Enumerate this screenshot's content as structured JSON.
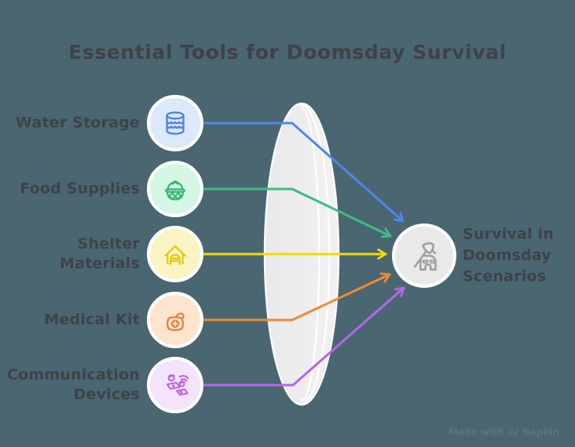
{
  "title": "Essential Tools for Doomsday Survival",
  "colors": {
    "background": "#4a6670",
    "text": "#3e4348",
    "circle_ring": "#ffffff",
    "watermark_text": "#5d7278"
  },
  "lens": {
    "fill": "#ededee",
    "edge": "#fafafa",
    "highlight": "#ffffff"
  },
  "items": [
    {
      "label_lines": [
        "Water Storage"
      ],
      "icon": "water-barrel-icon",
      "circle_fill": "#dce8fb",
      "icon_color": "#4a80e9",
      "line_color": "#4e86ec",
      "connects_to": "result"
    },
    {
      "label_lines": [
        "Food Supplies"
      ],
      "icon": "food-basket-icon",
      "circle_fill": "#d5f6e2",
      "icon_color": "#34b873",
      "line_color": "#3dbd80",
      "connects_to": "result"
    },
    {
      "label_lines": [
        "Shelter",
        "Materials"
      ],
      "icon": "shelter-bed-icon",
      "circle_fill": "#f9f4c2",
      "icon_color": "#e0c713",
      "line_color": "#f5d90a",
      "connects_to": "result"
    },
    {
      "label_lines": [
        "Medical Kit"
      ],
      "icon": "medical-bag-icon",
      "circle_fill": "#fce4cd",
      "icon_color": "#e0813a",
      "line_color": "#ef8b33",
      "connects_to": "result"
    },
    {
      "label_lines": [
        "Communication",
        "Devices"
      ],
      "icon": "communication-devices-icon",
      "circle_fill": "#f3e4fb",
      "icon_color": "#bb64e8",
      "line_color": "#b566ea",
      "connects_to": "result"
    }
  ],
  "result": {
    "label_lines": [
      "Survival in",
      "Doomsday",
      "Scenarios"
    ],
    "icon": "axe-mask-icon",
    "circle_fill": "#e9e9ea",
    "icon_color": "#a0a0a0"
  },
  "watermark": {
    "made_with": "Made with",
    "brand": "Napkin",
    "icon": "napkin-scribble-icon"
  }
}
